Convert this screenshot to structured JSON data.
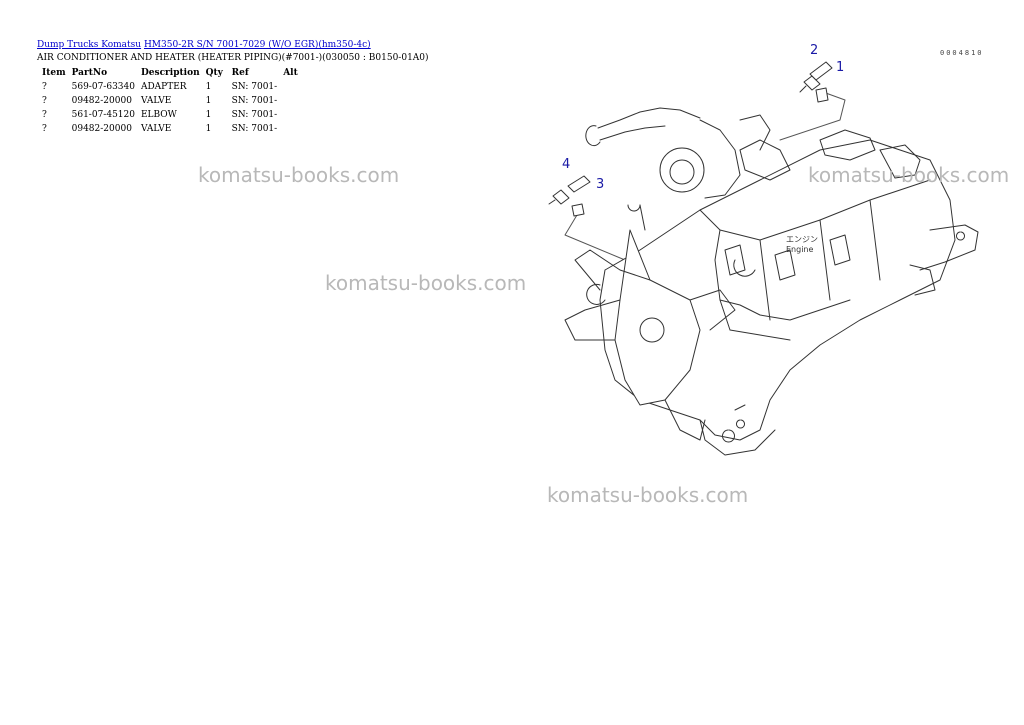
{
  "breadcrumb": {
    "link1": "Dump Trucks Komatsu",
    "link2": "HM350-2R S/N 7001-7029 (W/O EGR)(hm350-4c)"
  },
  "subtitle": "AIR CONDITIONER AND HEATER (HEATER PIPING)(#7001-)(030050 : B0150-01A0)",
  "table": {
    "headers": [
      "Item",
      "PartNo",
      "Description",
      "Qty",
      "Ref",
      "Alt"
    ],
    "rows": [
      {
        "item": "?",
        "part": "569-07-63340",
        "desc": "ADAPTER",
        "qty": "1",
        "ref": "SN: 7001-",
        "alt": ""
      },
      {
        "item": "?",
        "part": "09482-20000",
        "desc": "VALVE",
        "qty": "1",
        "ref": "SN: 7001-",
        "alt": ""
      },
      {
        "item": "?",
        "part": "561-07-45120",
        "desc": "ELBOW",
        "qty": "1",
        "ref": "SN: 7001-",
        "alt": ""
      },
      {
        "item": "?",
        "part": "09482-20000",
        "desc": "VALVE",
        "qty": "1",
        "ref": "SN: 7001-",
        "alt": ""
      }
    ]
  },
  "doc_id": "0004810",
  "watermark": "komatsu-books.com",
  "diagram": {
    "callouts": [
      "1",
      "2",
      "3",
      "4"
    ],
    "engine_label_jp": "エンジン",
    "engine_label": "Engine"
  },
  "colors": {
    "link": "#0000cc",
    "callout": "#1a1aa6",
    "watermark": "#b8b8b8"
  }
}
